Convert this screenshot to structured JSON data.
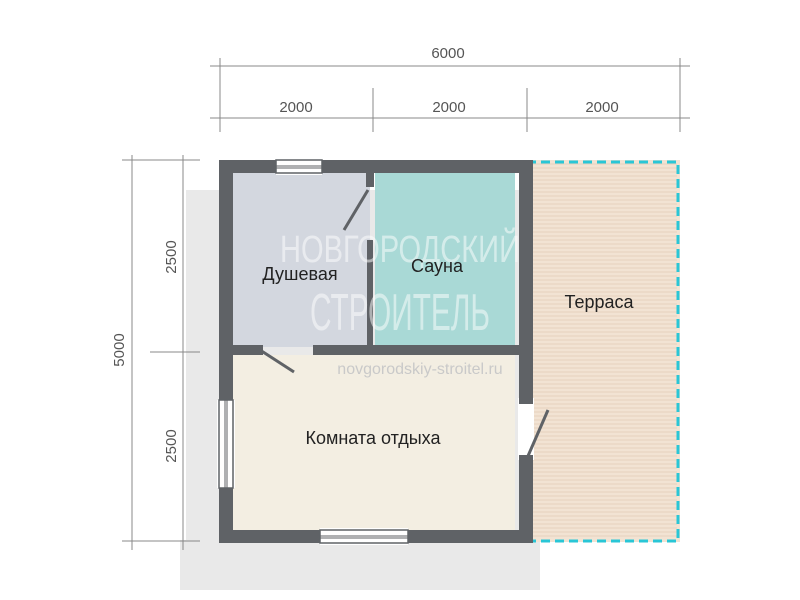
{
  "colors": {
    "wall": "#5f6266",
    "wall_inner": "#9a9ea3",
    "shower": "#d3d7df",
    "sauna": "#a9d9d6",
    "lounge": "#f3eee2",
    "terrace_fill": "#f2e3d3",
    "terrace_line": "#e2ccb4",
    "terrace_edge": "#29c6d6",
    "shadow": "#e9e9e9",
    "dim_line": "#888888"
  },
  "dimensions": {
    "total_width": "6000",
    "segments": [
      "2000",
      "2000",
      "2000"
    ],
    "total_height": "5000",
    "height_segments": [
      "2500",
      "2500"
    ]
  },
  "rooms": {
    "shower": "Душевая",
    "sauna": "Сауна",
    "terrace": "Терраса",
    "lounge": "Комната отдыха"
  },
  "watermark": {
    "line1": "НОВГОРОДСКИЙ",
    "line2": "СТРОИТЕЛЬ",
    "url": "novgorodskiy-stroitel.ru"
  }
}
